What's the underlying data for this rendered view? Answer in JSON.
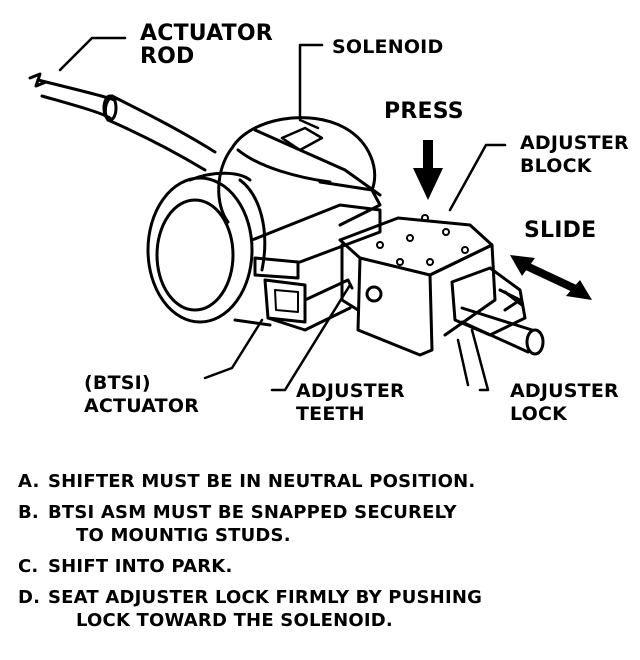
{
  "labels": {
    "actuator_rod": [
      "ACTUATOR",
      "ROD"
    ],
    "solenoid": "SOLENOID",
    "press": "PRESS",
    "adjuster_block": [
      "ADJUSTER",
      "BLOCK"
    ],
    "slide": "SLIDE",
    "btsi_actuator": [
      "(BTSI)",
      "ACTUATOR"
    ],
    "adjuster_teeth": [
      "ADJUSTER",
      "TEETH"
    ],
    "adjuster_lock": [
      "ADJUSTER",
      "LOCK"
    ]
  },
  "notes": [
    {
      "letter": "A.",
      "lines": [
        "SHIFTER MUST BE IN NEUTRAL POSITION."
      ]
    },
    {
      "letter": "B.",
      "lines": [
        "BTSI ASM MUST BE SNAPPED SECURELY",
        "TO MOUNTIG STUDS."
      ]
    },
    {
      "letter": "C.",
      "lines": [
        "SHIFT INTO PARK."
      ]
    },
    {
      "letter": "D.",
      "lines": [
        "SEAT ADJUSTER LOCK FIRMLY BY PUSHING",
        "LOCK TOWARD THE SOLENOID."
      ]
    }
  ]
}
